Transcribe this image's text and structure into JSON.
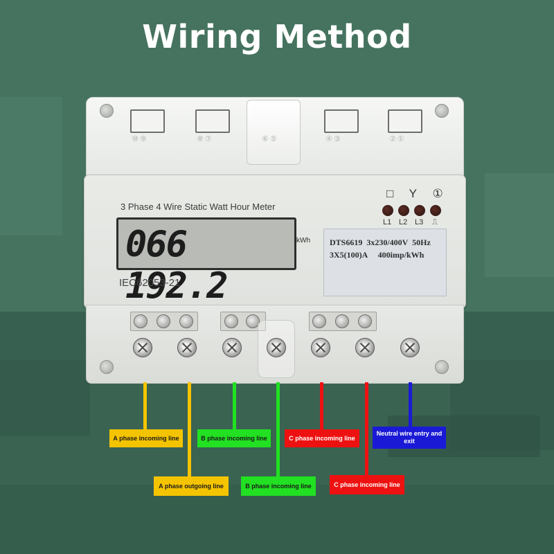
{
  "title": "Wiring Method",
  "meter": {
    "description_label": "3 Phase 4 Wire Static Watt Hour Meter",
    "reading": "066 192.2",
    "unit": "kWh",
    "standard": "IEC62053-21",
    "status_icons": "□ Y ①",
    "indicator_labels": [
      "L1",
      "L2",
      "L3",
      "⎍"
    ],
    "spec_line_1": "DTS6619  3x230/400V  50Hz",
    "spec_line_2": "3X5(100)A     400imp/kWh",
    "slot_numbers": [
      "⑩⑨",
      "⑧⑦",
      "⑥⑤",
      "④③",
      "②①"
    ]
  },
  "wiring": {
    "labels": [
      {
        "text": "A phase incoming line",
        "color": "#f5c400",
        "text_color": "#1a1a1a"
      },
      {
        "text": "B phase incoming line",
        "color": "#22e022",
        "text_color": "#1a1a1a"
      },
      {
        "text": "C phase incoming line",
        "color": "#ee1111",
        "text_color": "#ffffff"
      },
      {
        "text": "Neutral wire entry and exit",
        "color": "#1a1ad6",
        "text_color": "#ffffff"
      },
      {
        "text": "A phase outgoing line",
        "color": "#f5c400",
        "text_color": "#1a1a1a"
      },
      {
        "text": "B phase incoming line",
        "color": "#22e022",
        "text_color": "#1a1a1a"
      },
      {
        "text": "C phase incoming line",
        "color": "#ee1111",
        "text_color": "#ffffff"
      }
    ]
  },
  "colors": {
    "background": "#3f6e5c",
    "phase_a": "#f5c400",
    "phase_b": "#22e022",
    "phase_c": "#ee1111",
    "neutral": "#1a1ad6"
  }
}
